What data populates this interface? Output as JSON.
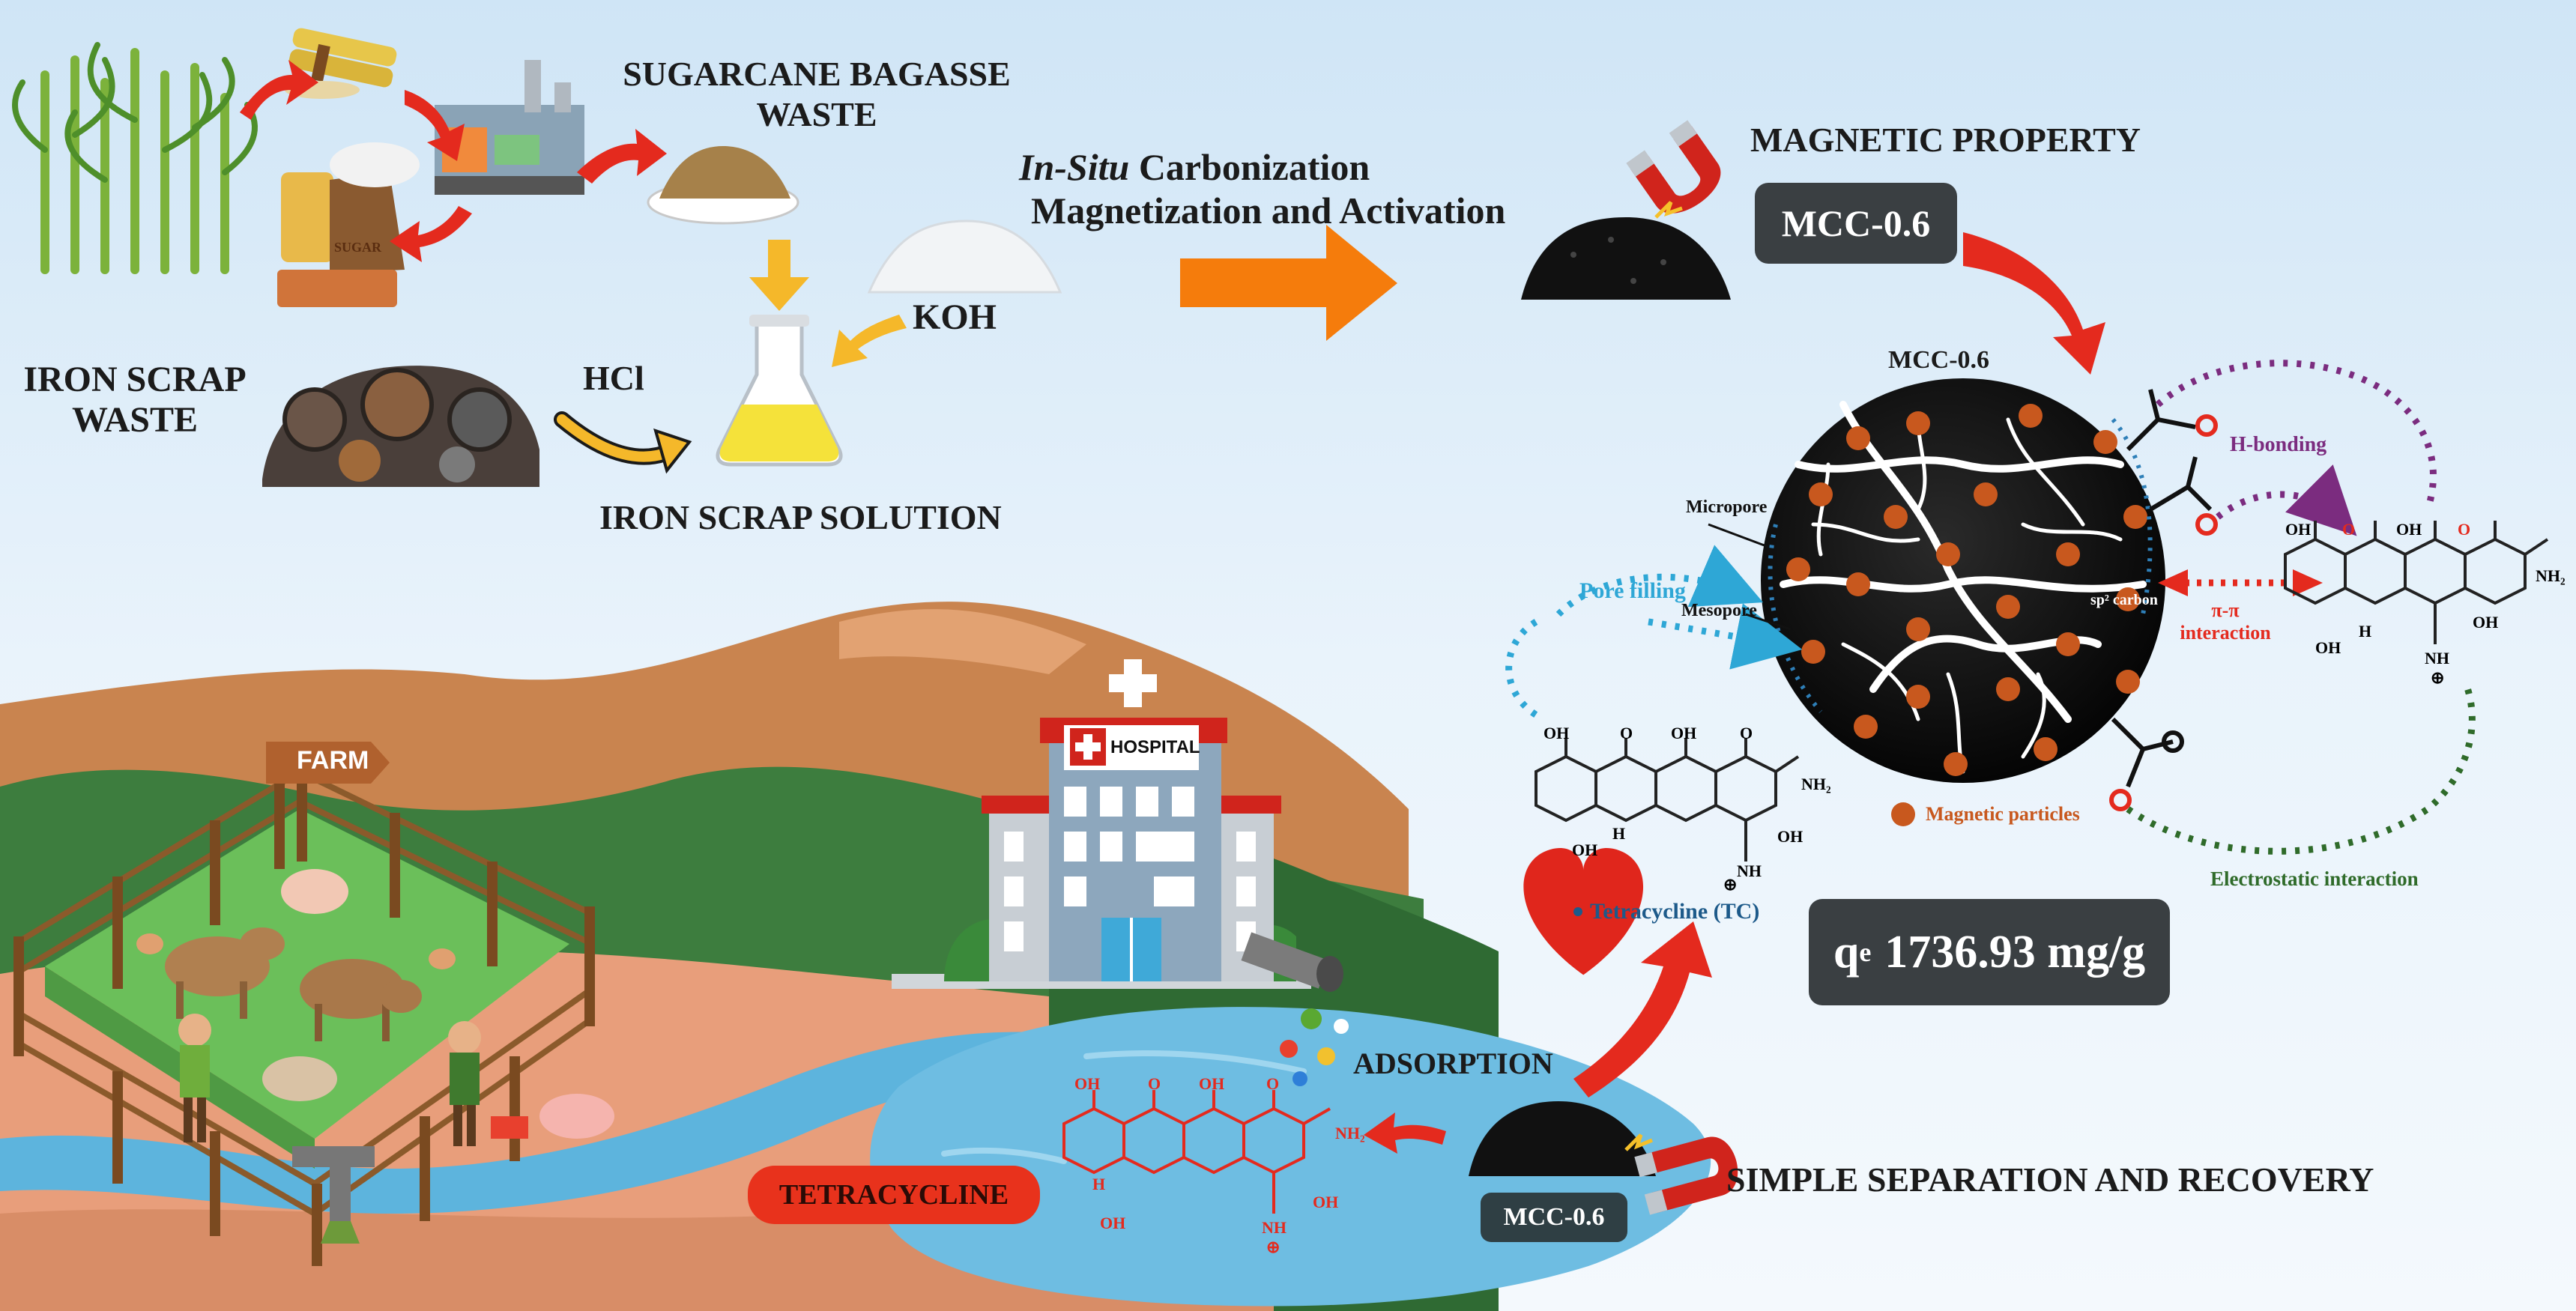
{
  "process": {
    "sugarcane_label_line1": "SUGARCANE BAGASSE",
    "sugarcane_label_line2": "WASTE",
    "iron_label_line1": "IRON SCRAP",
    "iron_label_line2": "WASTE",
    "hcl_label": "HCl",
    "koh_label": "KOH",
    "solution_label": "IRON SCRAP SOLUTION",
    "sugar_bag_text": "SUGAR",
    "step_italic": "In-Situ",
    "step_line1_rest": " Carbonization",
    "step_line2": "Magnetization and Activation"
  },
  "product": {
    "magnetic_property_label": "MAGNETIC PROPERTY",
    "name_box": "MCC-0.6",
    "particle_title": "MCC-0.6"
  },
  "mechanisms": {
    "h_bonding": "H-bonding",
    "micropore": "Micropore",
    "mesopore": "Mesopore",
    "pore_filling": "Pore filling",
    "sp2_carbon": "sp² carbon",
    "pi_pi_line1": "π-π",
    "pi_pi_line2": "interaction",
    "magnetic_particles": "Magnetic particles",
    "electrostatic": "Electrostatic interaction",
    "tetracycline_tc": "Tetracycline (TC)"
  },
  "result": {
    "qe_symbol": "q",
    "qe_subscript": "e",
    "qe_value": "1736.93 mg/g"
  },
  "scene": {
    "farm_sign": "FARM",
    "hospital_sign": "HOSPITAL",
    "tetracycline_pill": "TETRACYCLINE",
    "adsorption_label": "ADSORPTION",
    "separation_label": "SIMPLE SEPARATION AND RECOVERY",
    "bottom_mcc_box": "MCC-0.6"
  },
  "molecule_atoms": {
    "oh": "OH",
    "o": "O",
    "nh2": "NH₂",
    "h": "H",
    "nh": "NH",
    "plus": "⊕"
  },
  "colors": {
    "arrow_red": "#e42a1e",
    "arrow_orange": "#f57c0c",
    "box_dark": "#3a3f42",
    "hbond_purple": "#7b2c7f",
    "pore_blue": "#2ea7d6",
    "electrostatic_green": "#2f6b2a",
    "magnetic_particle": "#c8581e",
    "pill_red": "#e8321c",
    "river_blue": "#5db4dd"
  }
}
